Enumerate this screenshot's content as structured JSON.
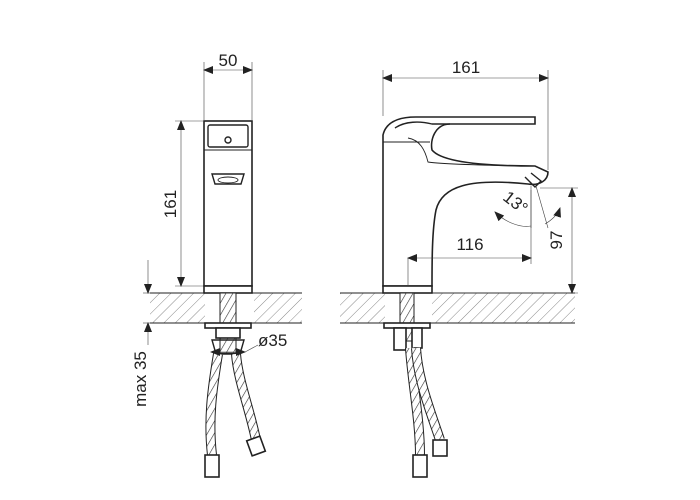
{
  "dimensions": {
    "front_width": "50",
    "front_height": "161",
    "side_length": "161",
    "side_angle": "13°",
    "side_reach": "116",
    "side_spout_height": "97",
    "hole_diameter": "ø35",
    "max_thickness": "max 35"
  },
  "icons": [
    "arrowhead-icon"
  ]
}
